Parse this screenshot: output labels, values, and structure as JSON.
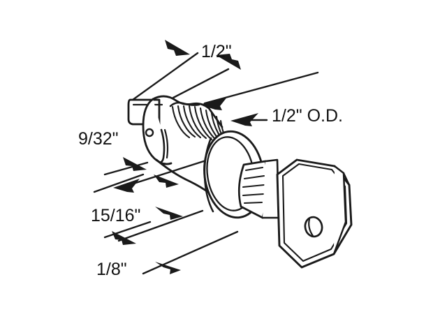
{
  "drawing": {
    "title": "Cylinder lock with key - dimensioned line drawing",
    "background_color": "#ffffff",
    "line_color": "#1a1a1a",
    "fill_color": "#ffffff",
    "labels": {
      "shaft_width": "1/2\"",
      "outer_diameter": "1/2\" O.D.",
      "cam_thickness": "9/32\"",
      "body_length": "15/16\"",
      "flange_thickness": "1/8\""
    },
    "component_names": {
      "cam_tang": "cam-tang",
      "lock_body": "lock-body",
      "threaded_section": "threaded-section",
      "face_flange": "face-flange",
      "key_blade": "key-blade",
      "key_head": "key-head",
      "key_ring_hole": "key-ring-hole",
      "screw_hole": "screw-hole",
      "slot_detail": "slot-detail"
    }
  }
}
